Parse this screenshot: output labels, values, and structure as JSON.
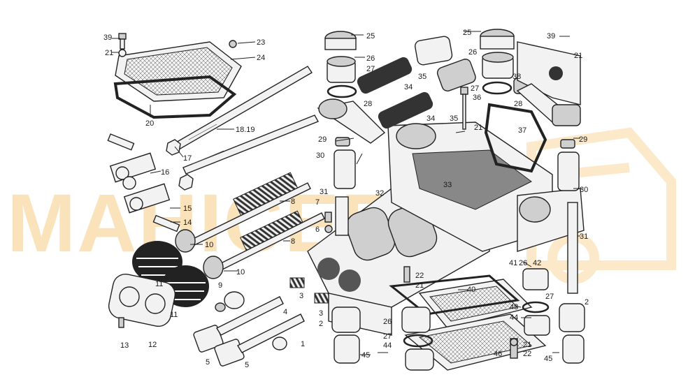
{
  "watermark": {
    "text": "MAHICEEB",
    "color": "#f6c16a"
  },
  "labels": {
    "l1": "1",
    "l2a": "2",
    "l2b": "2",
    "l3a": "3",
    "l3b": "3",
    "l4": "4",
    "l5a": "5",
    "l5b": "5",
    "l6": "6",
    "l7": "7",
    "l8a": "8",
    "l8b": "8",
    "l9": "9",
    "l10a": "10",
    "l10b": "10",
    "l11a": "11",
    "l11b": "11",
    "l12": "12",
    "l13": "13",
    "l14": "14",
    "l15": "15",
    "l16": "16",
    "l17": "17",
    "l1819": "18.19",
    "l20": "20",
    "l21a": "21",
    "l21b": "21",
    "l21c": "21",
    "l21d": "21",
    "l21e": "21",
    "l22a": "22",
    "l22b": "22",
    "l23": "23",
    "l24": "24",
    "l25a": "25",
    "l25b": "25",
    "l26a": "26",
    "l26b": "26",
    "l26c": "26",
    "l26d": "26",
    "l27a": "27",
    "l27b": "27",
    "l27c": "27",
    "l27d": "27",
    "l28a": "28",
    "l28b": "28",
    "l29a": "29",
    "l29b": "29",
    "l30a": "30",
    "l30b": "30",
    "l31a": "31",
    "l31b": "31",
    "l32": "32",
    "l33": "33",
    "l34a": "34",
    "l34b": "34",
    "l35a": "35",
    "l35b": "35",
    "l36": "36",
    "l37": "37",
    "l38": "38",
    "l39a": "39",
    "l39b": "39",
    "l40": "40",
    "l41": "41",
    "l42": "42",
    "l43": "43",
    "l44a": "44",
    "l44b": "44",
    "l45a": "45",
    "l45b": "45",
    "l46": "46"
  }
}
